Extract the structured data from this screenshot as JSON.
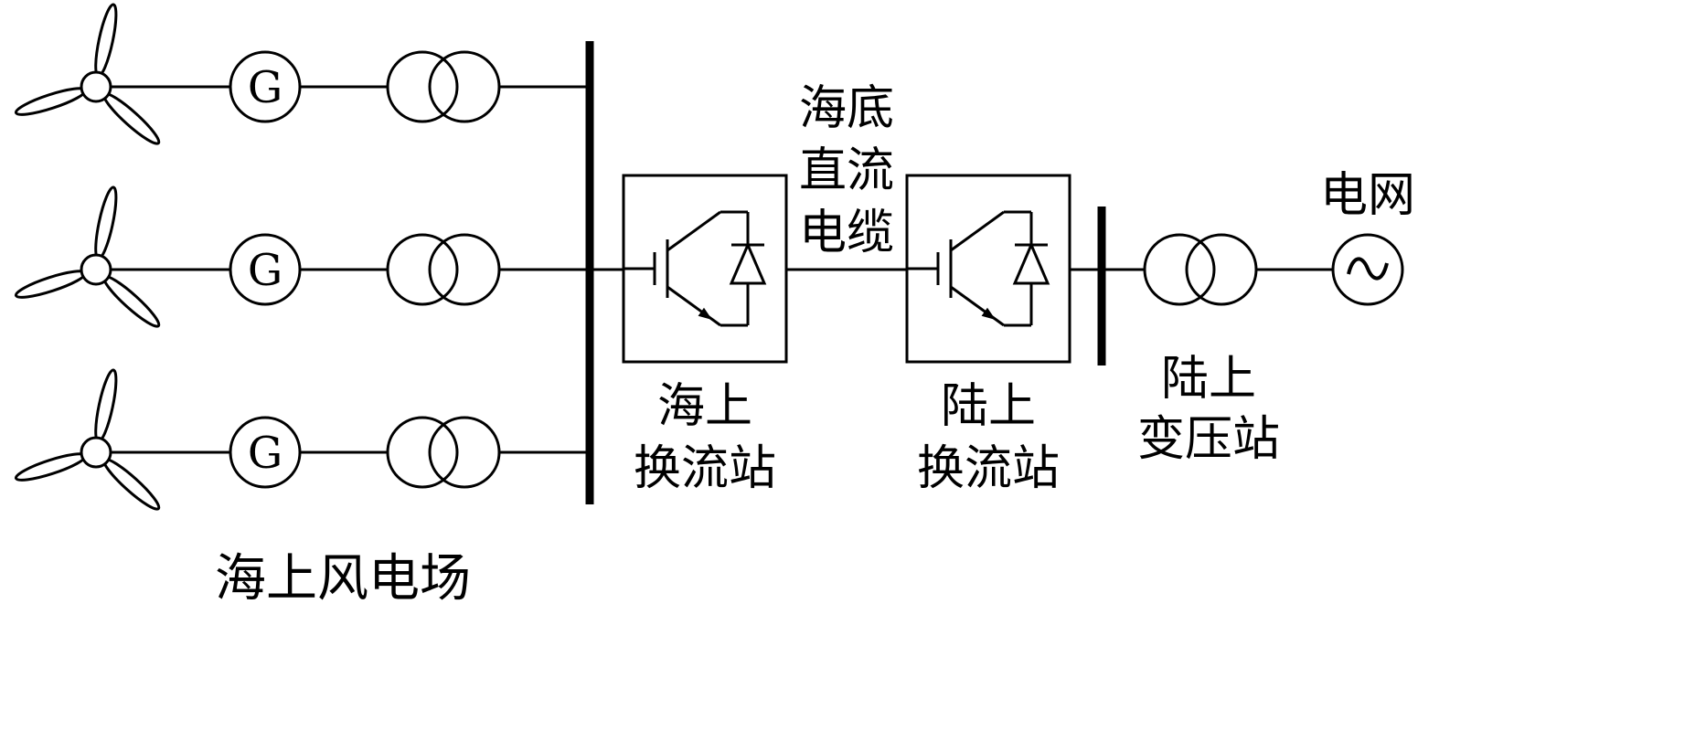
{
  "diagram": {
    "labels": {
      "wind_farm": "海上风电场",
      "dc_cable": [
        "海底",
        "直流",
        "电缆"
      ],
      "offshore_converter": [
        "海上",
        "换流站"
      ],
      "onshore_converter": [
        "陆上",
        "换流站"
      ],
      "onshore_transformer": [
        "陆上",
        "变压站"
      ],
      "grid": "电网",
      "generator": "G"
    },
    "colors": {
      "ink": "#000000",
      "background": "#ffffff"
    }
  }
}
